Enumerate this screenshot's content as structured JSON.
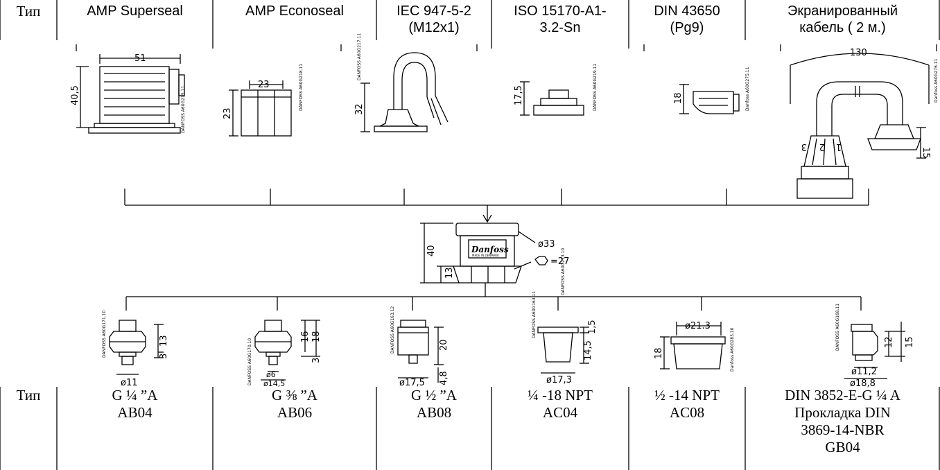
{
  "header": {
    "type_label": "Тип",
    "columns": [
      {
        "line1": "AMP Superseal",
        "line2": ""
      },
      {
        "line1": "AMP Econoseal",
        "line2": ""
      },
      {
        "line1": "IEC 947-5-2",
        "line2": "(M12x1)"
      },
      {
        "line1": "ISO 15170-A1-",
        "line2": "3.2-Sn"
      },
      {
        "line1": "DIN 43650",
        "line2": "(Pg9)"
      },
      {
        "line1": "Экранированный",
        "line2": "кабель ( 2 м.)"
      }
    ]
  },
  "footer": {
    "type_label": "Тип",
    "columns": [
      {
        "lines": [
          "G ¼ ”A",
          "AB04"
        ]
      },
      {
        "lines": [
          "G ⅜ ”A",
          "AB06"
        ]
      },
      {
        "lines": [
          "G ½  ”A",
          "AB08"
        ]
      },
      {
        "lines": [
          "¼ -18 NPT",
          "AC04"
        ]
      },
      {
        "lines": [
          "½ -14 NPT",
          "AC08"
        ]
      },
      {
        "lines": [
          "DIN 3852-E-G ¼ A",
          "Прокладка DIN",
          "3869-14-NBR",
          "GB04"
        ]
      }
    ]
  },
  "connectors": {
    "superseal": {
      "w": "51",
      "h": "40,5",
      "code": "DANFOSS A60G215.11"
    },
    "econoseal": {
      "w": "23",
      "h": "23",
      "code": "DANFOSS A60G218.11"
    },
    "m12": {
      "h": "32",
      "code": "DANFOSS A60G217.11"
    },
    "iso": {
      "h": "17,5",
      "code": "DANFOSS A60G219.11"
    },
    "din": {
      "h": "18",
      "code": "Danfoss A60G275.11"
    },
    "cable": {
      "w": "130",
      "h": "15",
      "pins": [
        "3",
        "2",
        "1"
      ],
      "code": "Danfoss A60G276.11"
    }
  },
  "sensor": {
    "h_total": "40",
    "h_hex": "13",
    "diameter": "ø33",
    "hex": "=27",
    "code": "DANFOSS A60G213.10",
    "brand": "Danfoss",
    "made_in": "MADE IN DENMARK"
  },
  "fittings": {
    "ab04": {
      "h1": "13",
      "h2": "3",
      "d": "ø11",
      "code": "DANFOSS A60G171.10"
    },
    "ab06": {
      "h0": "16",
      "h1": "18",
      "h2": "3",
      "d1": "ø6",
      "d2": "ø14,5",
      "code": "DANFOSS A60G170.10"
    },
    "ab08": {
      "h1": "20",
      "h2": "4,8",
      "d": "ø17,5",
      "code": "DANFOSS A60G163.12"
    },
    "ac04": {
      "h1": "1,5",
      "h2": "14,5",
      "d": "ø17,3",
      "code": "DANFOSS A60G163.11"
    },
    "ac08": {
      "h": "18",
      "d": "ø21.3",
      "code": "Danfoss A60G283.10"
    },
    "gb04": {
      "h1": "12",
      "h2": "15",
      "d1": "ø11,2",
      "d2": "ø18,8",
      "code": "DANFOSS A60G168.11"
    }
  }
}
